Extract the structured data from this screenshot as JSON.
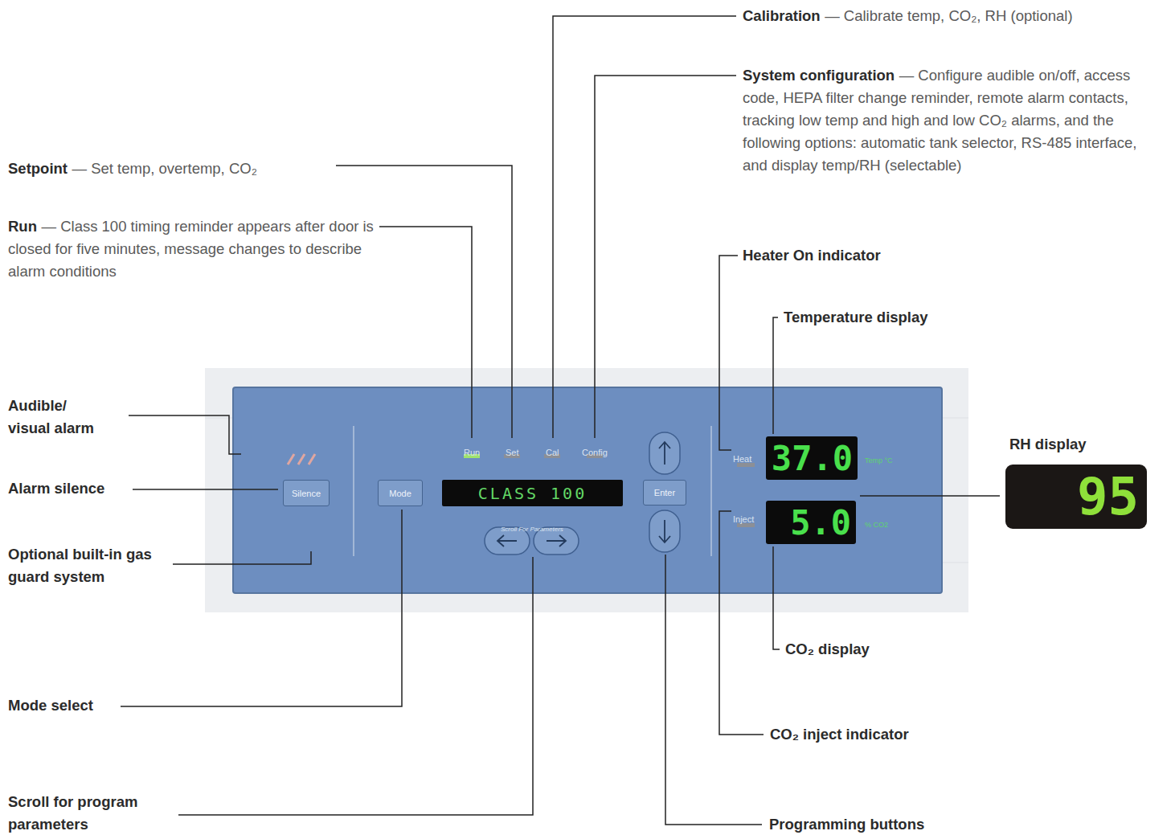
{
  "diagram": {
    "nodes": [
      {
        "text": [
          "Silence"
        ]
      },
      {
        "text": [
          "Mode"
        ]
      },
      {
        "text": [
          "CLASS 100"
        ]
      },
      {
        "text": [
          "Enter"
        ]
      },
      {
        "text": [
          "37.0"
        ]
      },
      {
        "text": [
          "5.0"
        ]
      },
      {
        "text": [
          "95"
        ]
      }
    ],
    "labels": [
      "Calibration",
      "— Calibrate temp, CO₂, RH (optional)",
      "System configuration",
      "— Configure audible on/off, access code, HEPA filter change reminder, remote alarm contacts, tracking low temp and high and low CO₂ alarms, and the following options: automatic tank selector, RS-485 interface, and display temp/RH (selectable)",
      "Setpoint",
      "— Set temp, overtemp, CO₂",
      "Run",
      "— Class 100 timing reminder appears after door is closed for five minutes, message changes to describe alarm conditions",
      "Heater On indicator",
      "Temperature display",
      "Audible/ visual alarm",
      "Alarm silence",
      "Optional built-in gas guard system",
      "RH display",
      "Mode select",
      "CO₂ display",
      "CO₂ inject indicator",
      "Scroll for program parameters",
      "Programming buttons",
      "Run",
      "Set",
      "Cal",
      "Config",
      "Scroll For Parameters",
      "Heat",
      "Temp °C",
      "Inject",
      "% CO2"
    ]
  }
}
